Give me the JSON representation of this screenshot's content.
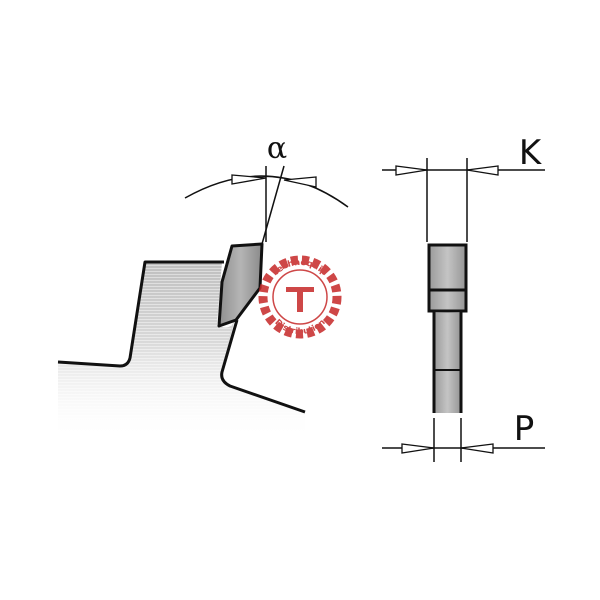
{
  "diagram": {
    "labels": {
      "alpha": "α",
      "k": "K",
      "p": "P"
    },
    "watermark": {
      "top_text": "Technoquip",
      "bottom_text": "Distribution",
      "color": "#c62828"
    },
    "colors": {
      "line": "#111111",
      "tooth_fill_light": "#e6e6e6",
      "tooth_fill_dark": "#bdbdbd",
      "tip_fill": "#9e9e9e"
    }
  }
}
